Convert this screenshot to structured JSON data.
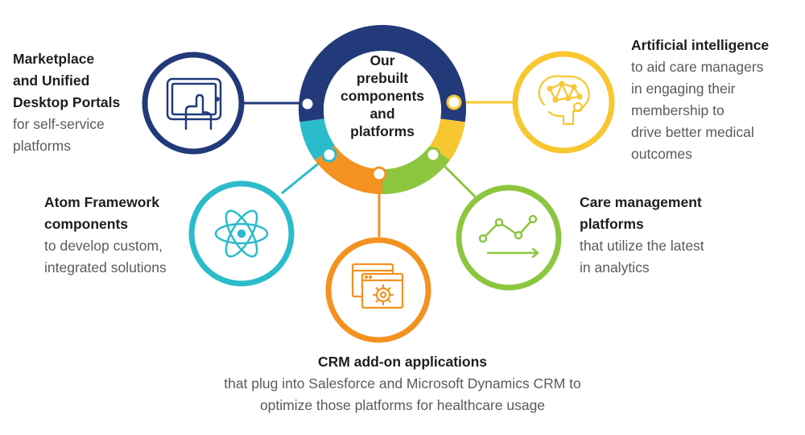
{
  "hub": {
    "lines": [
      "Our",
      "prebuilt",
      "components",
      "and",
      "platforms"
    ]
  },
  "colors": {
    "navy": "#223a7a",
    "teal": "#2bbccb",
    "orange": "#f39220",
    "green": "#8cc63f",
    "yellow": "#f8c630",
    "text_dark": "#1e1e22",
    "text_gray": "#5a5a60"
  },
  "nodes": [
    {
      "id": "marketplace",
      "icon": "tablet-touch-icon",
      "color": "#223a7a",
      "title_lines": [
        "Marketplace",
        "and Unified",
        "Desktop Portals"
      ],
      "desc_lines": [
        "for self-service",
        "platforms"
      ]
    },
    {
      "id": "ai",
      "icon": "brain-circuit-icon",
      "color": "#f8c630",
      "title_lines": [
        "Artificial intelligence"
      ],
      "desc_lines": [
        "to aid care managers",
        "in engaging their",
        "membership to",
        "drive better medical",
        "outcomes"
      ]
    },
    {
      "id": "atom",
      "icon": "atom-icon",
      "color": "#2bbccb",
      "title_lines": [
        "Atom Framework",
        "components"
      ],
      "desc_lines": [
        "to develop custom,",
        "integrated solutions"
      ]
    },
    {
      "id": "care",
      "icon": "line-chart-icon",
      "color": "#8cc63f",
      "title_lines": [
        "Care management",
        "platforms"
      ],
      "desc_lines": [
        "that utilize the latest",
        "in analytics"
      ]
    },
    {
      "id": "crm",
      "icon": "app-window-gear-icon",
      "color": "#f39220",
      "title_lines": [
        "CRM add-on applications"
      ],
      "desc_lines": [
        "that plug into Salesforce and Microsoft Dynamics CRM to",
        "optimize those platforms for healthcare usage"
      ]
    }
  ]
}
